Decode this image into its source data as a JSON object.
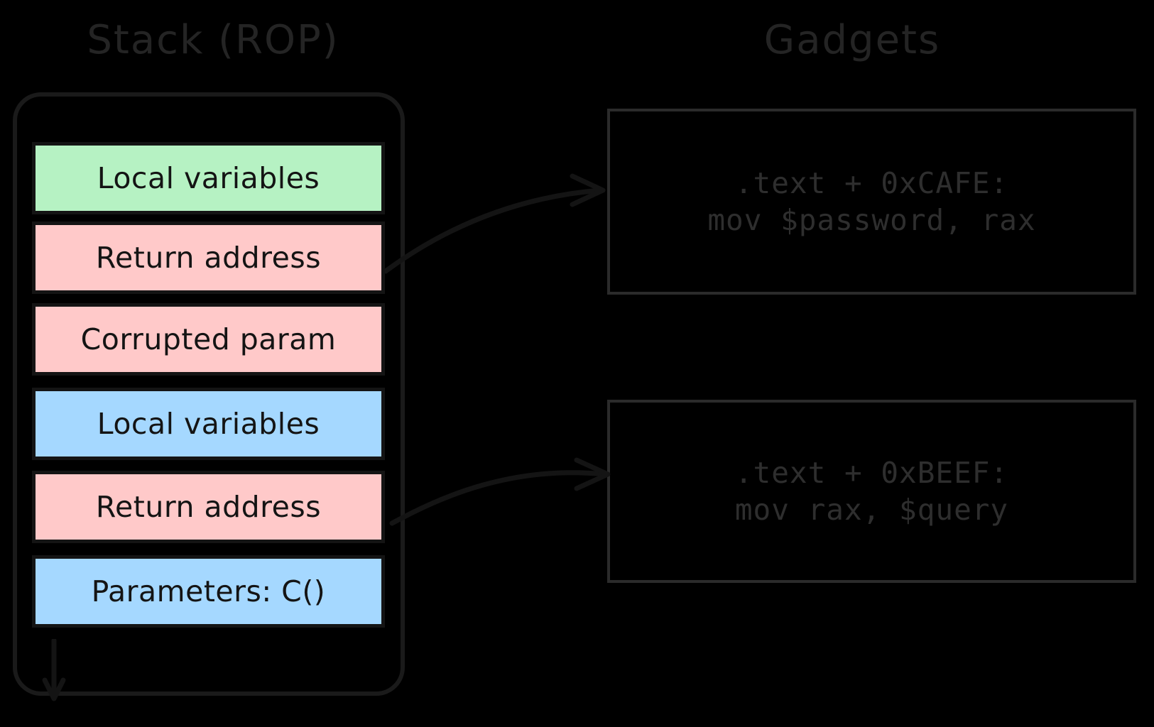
{
  "columns": {
    "stack_title": "Stack (ROP)",
    "gadgets_title": "Gadgets"
  },
  "colors": {
    "background": "#000000",
    "stroke": "#141414",
    "title_text": "#242424",
    "gadget_stroke": "#2b2b2b",
    "gadget_text": "#2e2e2e",
    "green": "#b6f2c3",
    "pink": "#ffc9c9",
    "blue": "#a5d8ff"
  },
  "stack": {
    "slots": [
      {
        "label": "Local variables",
        "fill": "#b6f2c3",
        "color_name": "green"
      },
      {
        "label": "Return address",
        "fill": "#ffc9c9",
        "color_name": "pink"
      },
      {
        "label": "Corrupted param",
        "fill": "#ffc9c9",
        "color_name": "pink"
      },
      {
        "label": "Local variables",
        "fill": "#a5d8ff",
        "color_name": "blue"
      },
      {
        "label": "Return address",
        "fill": "#ffc9c9",
        "color_name": "pink"
      },
      {
        "label": "Parameters: C()",
        "fill": "#a5d8ff",
        "color_name": "blue"
      }
    ],
    "growth_arrow": "downward-growth-arrow"
  },
  "gadgets": [
    {
      "address_line": ".text + 0xCAFE:",
      "instruction_line": "mov $password, rax"
    },
    {
      "address_line": ".text + 0xBEEF:",
      "instruction_line": "mov rax, $query"
    }
  ],
  "connectors": [
    {
      "from": "Return address (slot 2)",
      "to": ".text + 0xCAFE gadget"
    },
    {
      "from": "Return address (slot 5)",
      "to": ".text + 0xBEEF gadget"
    }
  ]
}
